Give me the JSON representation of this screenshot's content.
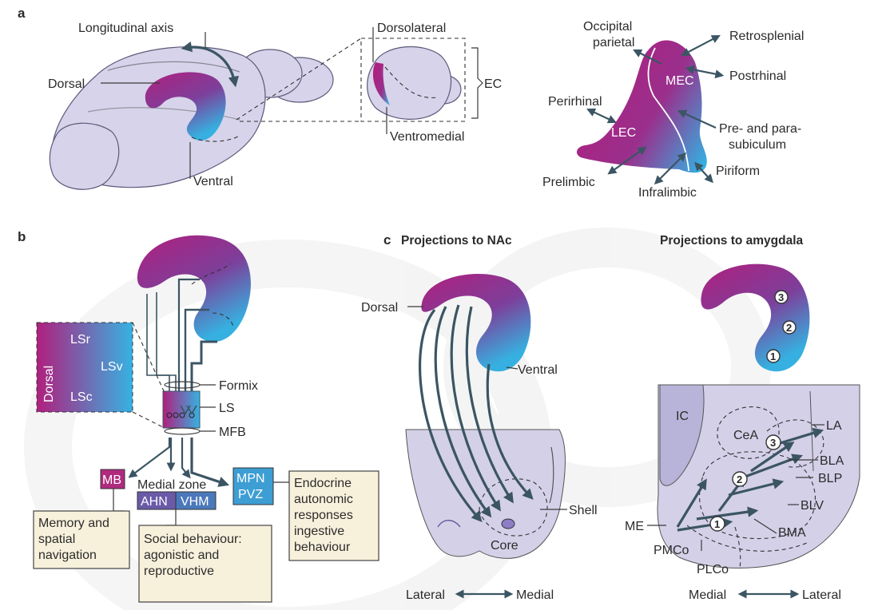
{
  "panels": {
    "a": "a",
    "b": "b",
    "c": "c"
  },
  "panel_a": {
    "longitudinal_axis": "Longitudinal axis",
    "dorsal": "Dorsal",
    "ventral": "Ventral",
    "dorsolateral": "Dorsolateral",
    "ventromedial": "Ventromedial",
    "ec": "EC",
    "ec_map": {
      "mec": "MEC",
      "lec": "LEC",
      "occipital_parietal": [
        "Occipital",
        "parietal"
      ],
      "retrosplenial": "Retrosplenial",
      "postrhinal": "Postrhinal",
      "perirhinal": "Perirhinal",
      "pre_parasubiculum": [
        "Pre- and para-",
        "subiculum"
      ],
      "piriform": "Piriform",
      "prelimbic": "Prelimbic",
      "infralimbic": "Infralimbic"
    }
  },
  "panel_b": {
    "inset_dorsal": "Dorsal",
    "lsr": "LSr",
    "lsv": "LSv",
    "lsc": "LSc",
    "fornix": "Formix",
    "ls": "LS",
    "mfb": "MFB",
    "mb": "MB",
    "medial_zone": "Medial zone",
    "ahn": "AHN",
    "vhm": "VHM",
    "mpn": "MPN",
    "pvz": "PVZ",
    "memory_box": [
      "Memory and",
      "spatial",
      "navigation"
    ],
    "social_box": [
      "Social behaviour:",
      "agonistic and",
      "reproductive"
    ],
    "endocrine_box": [
      "Endocrine",
      "autonomic",
      "responses",
      "ingestive",
      "behaviour"
    ]
  },
  "panel_c_nac": {
    "title": "Projections to NAc",
    "dorsal": "Dorsal",
    "ventral": "Ventral",
    "core": "Core",
    "shell": "Shell",
    "axis_left": "Lateral",
    "axis_right": "Medial"
  },
  "panel_c_amyg": {
    "title": "Projections to amygdala",
    "markers": [
      "3",
      "2",
      "1"
    ],
    "ic": "IC",
    "cea": "CeA",
    "la": "LA",
    "bla": "BLA",
    "blp": "BLP",
    "blv": "BLV",
    "bma": "BMA",
    "me": "ME",
    "pmco": "PMCo",
    "plco": "PLCo",
    "axis_left": "Medial",
    "axis_right": "Lateral"
  },
  "colors": {
    "dorsal_magenta": "#b5237e",
    "ventral_blue": "#3aa8d8",
    "brain_lilac": "#d6d3ea",
    "arrow_slate": "#3b5563",
    "box_cream": "#f7f1dc",
    "mb_magenta": "#b02a7e",
    "medial_zone_purple": "#6a5aa8",
    "mpn_blue": "#3d9ed4"
  }
}
